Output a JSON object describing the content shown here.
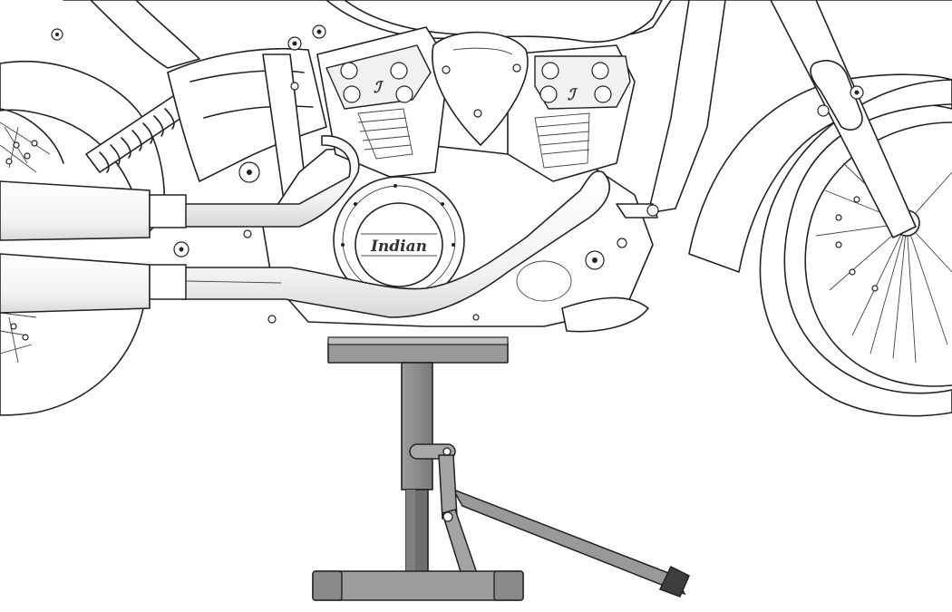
{
  "diagram": {
    "brand_mark": "Indian"
  },
  "colors": {
    "line_art": "#222222",
    "background": "#ffffff",
    "stand_base": "#8e8e8e",
    "stand_dark": "#6e6e6e",
    "stand_light": "#a8a8a8"
  },
  "icons": {
    "motorcycle": "motorcycle-line-art",
    "stand": "scissor-jack-stand"
  }
}
